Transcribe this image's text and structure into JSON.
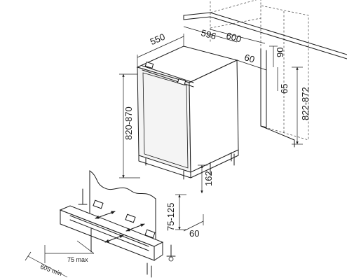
{
  "dimensions": {
    "depth_550": "550",
    "depth_596": "596",
    "width_600": "600",
    "offset_60_top": "60",
    "niche_90": "90",
    "niche_65": "65",
    "niche_height": "822-872",
    "appliance_height": "820-870",
    "base_162": "162",
    "plinth_height": "75-125",
    "offset_60_bottom": "60",
    "plinth_depth_max": "75 max",
    "niche_depth_min": "605 min"
  },
  "colors": {
    "line": "#1a1a1a",
    "background": "#ffffff"
  }
}
